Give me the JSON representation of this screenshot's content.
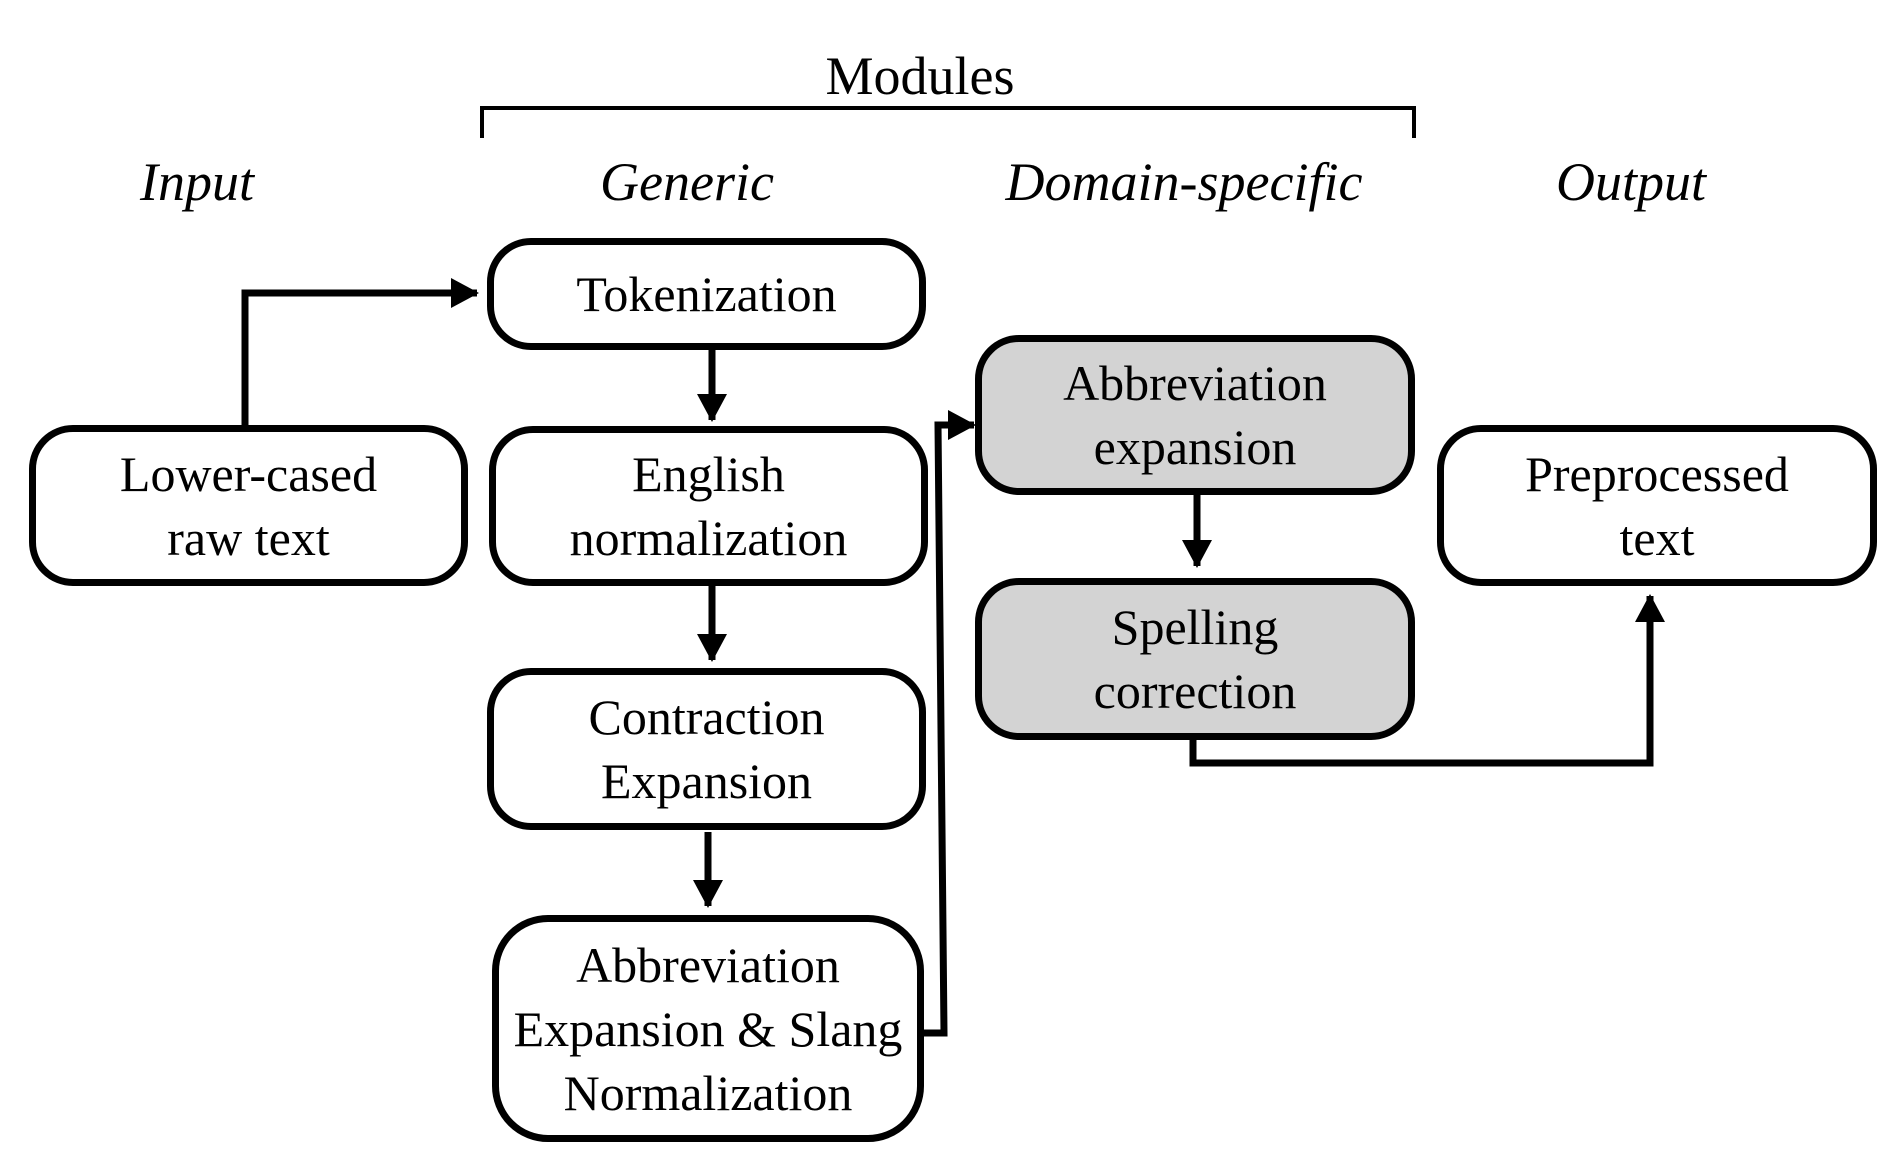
{
  "headings": {
    "modules": "Modules",
    "input": "Input",
    "generic": "Generic",
    "domain_specific": "Domain-specific",
    "output": "Output"
  },
  "nodes": {
    "raw_text": "Lower-cased\nraw text",
    "tokenization": "Tokenization",
    "english_normalization": "English\nnormalization",
    "contraction_expansion": "Contraction\nExpansion",
    "abbrev_slang": "Abbreviation\nExpansion & Slang\nNormalization",
    "abbreviation_expansion": "Abbreviation\nexpansion",
    "spelling_correction": "Spelling\ncorrection",
    "preprocessed_text": "Preprocessed\ntext"
  },
  "colors": {
    "stroke": "#000000",
    "domain_fill": "#d3d3d3",
    "generic_fill": "#ffffff"
  }
}
